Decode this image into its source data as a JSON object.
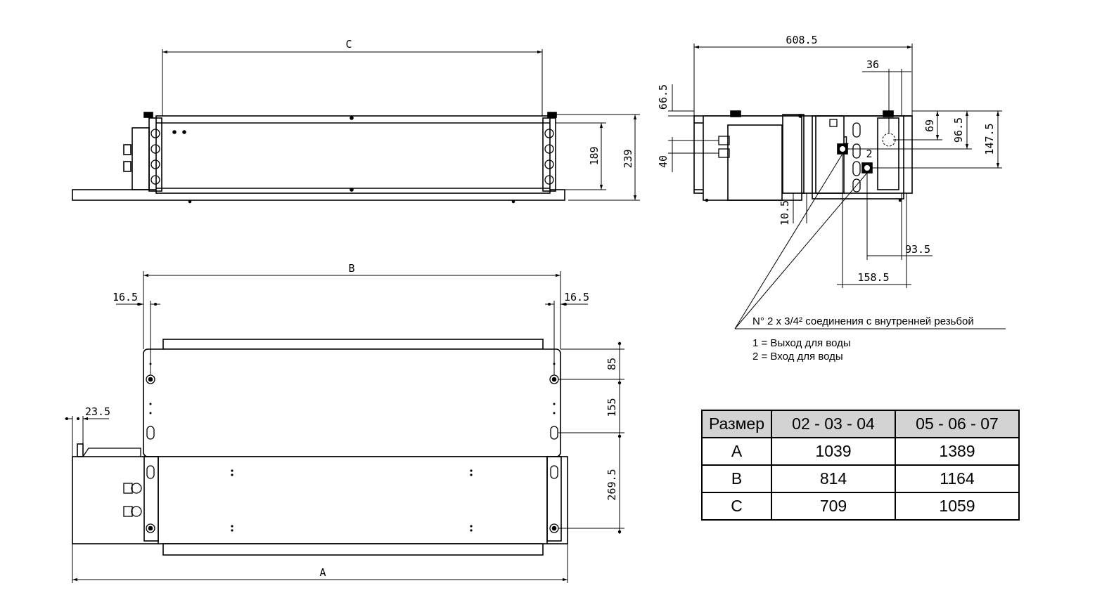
{
  "dimensions": {
    "C": "C",
    "B": "B",
    "A": "A",
    "d189": "189",
    "d239": "239",
    "d608_5": "608.5",
    "d36": "36",
    "d66_5": "66.5",
    "d40": "40",
    "d69": "69",
    "d96_5": "96.5",
    "d147_5": "147.5",
    "d10_5": "10.5",
    "d93_5": "93.5",
    "d158_5": "158.5",
    "d16_5_left": "16.5",
    "d16_5_right": "16.5",
    "d23_5": "23.5",
    "d85": "85",
    "d155": "155",
    "d269_5": "269.5",
    "pipe1": "1",
    "pipe2": "2"
  },
  "notes": {
    "connections": "N° 2 x 3/4² соединения с внутренней резьбой",
    "outlet": "1 = Выход для воды",
    "inlet": "2 = Вход для воды"
  },
  "table": {
    "headers": [
      "Размер",
      "02 - 03 - 04",
      "05 - 06 - 07"
    ],
    "rows": [
      [
        "A",
        "1039",
        "1389"
      ],
      [
        "B",
        "814",
        "1164"
      ],
      [
        "C",
        "709",
        "1059"
      ]
    ]
  }
}
